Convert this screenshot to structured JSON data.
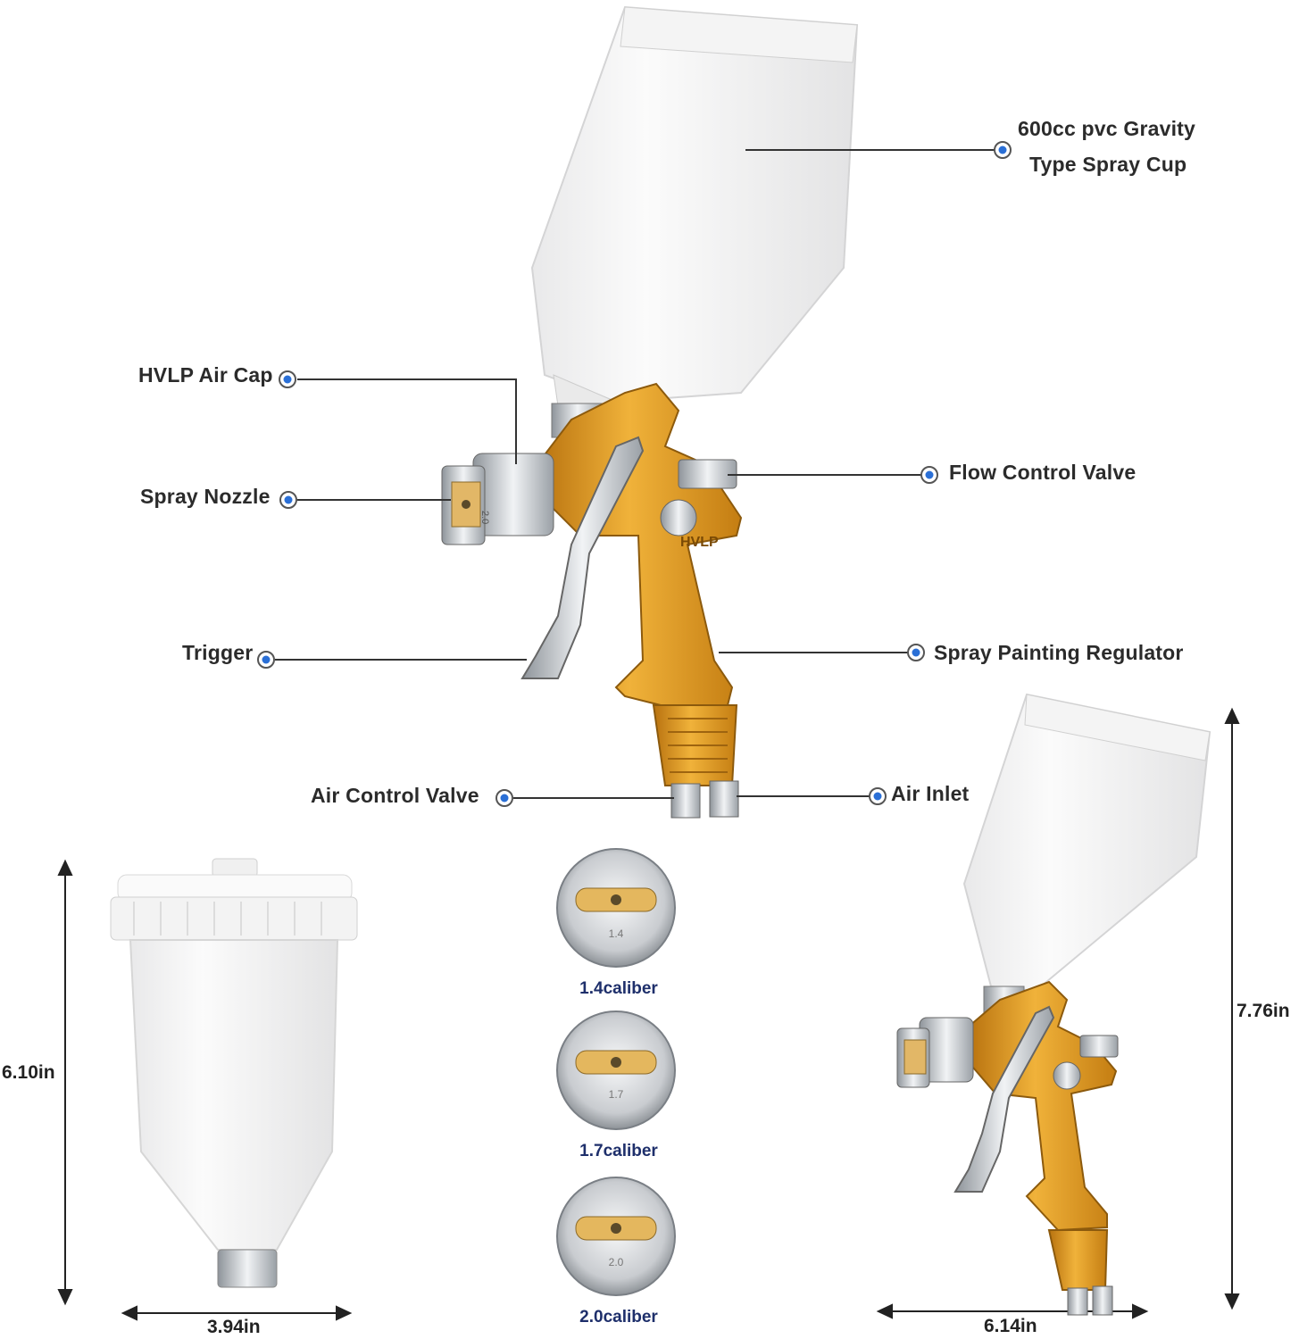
{
  "callouts": {
    "spray_cup_line1": "600cc pvc Gravity",
    "spray_cup_line2": "Type Spray Cup",
    "air_cap": "HVLP Air Cap",
    "spray_nozzle": "Spray Nozzle",
    "flow_control": "Flow Control Valve",
    "trigger": "Trigger",
    "regulator": "Spray Painting Regulator",
    "air_control": "Air Control Valve",
    "air_inlet": "Air Inlet"
  },
  "gun_markings": {
    "brand": "HVLP",
    "nozzle_size": "2.0"
  },
  "calibers": [
    {
      "cap_mark": "1.4",
      "label": "1.4caliber"
    },
    {
      "cap_mark": "1.7",
      "label": "1.7caliber"
    },
    {
      "cap_mark": "2.0",
      "label": "2.0caliber"
    }
  ],
  "dimensions": {
    "cup_height": "6.10in",
    "cup_width": "3.94in",
    "gun_height": "7.76in",
    "gun_width": "6.14in"
  },
  "colors": {
    "callout_dot": "#2a6fd6",
    "body_gold": "#d9941c",
    "caliber_text": "#1e2f6b"
  }
}
